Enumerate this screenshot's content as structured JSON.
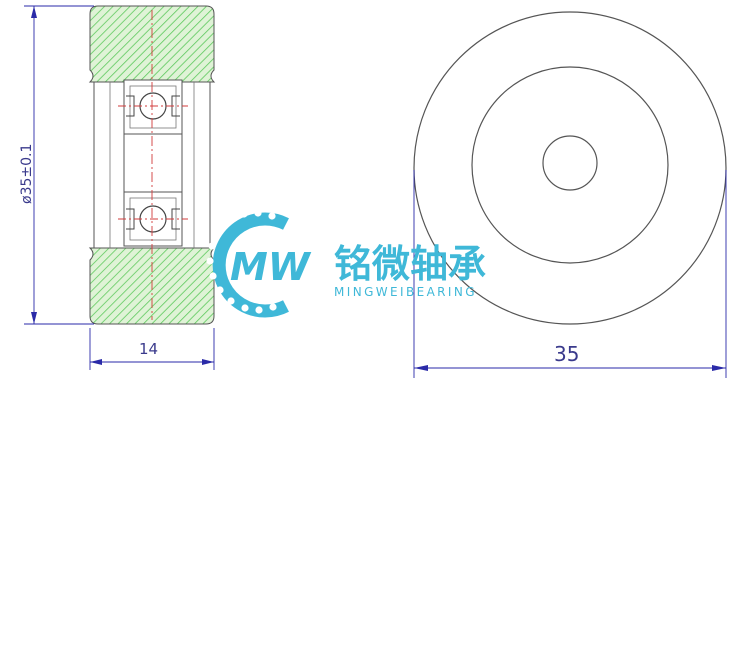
{
  "drawing": {
    "side_view": {
      "diameter_label": "ø35±0.1",
      "width_label": "14"
    },
    "front_view": {
      "diameter_label": "35"
    }
  },
  "brand": {
    "logo_mark": "MW",
    "name_cn": "铭微轴承",
    "name_en": "MINGWEIBEARING",
    "color": "#3fb8d8"
  },
  "colors": {
    "hatch": "#5ec95e",
    "hatch_bg": "#dff3d6",
    "outline": "#555555",
    "dimension": "#2a2aa8",
    "center_line": "#d23b3b"
  }
}
